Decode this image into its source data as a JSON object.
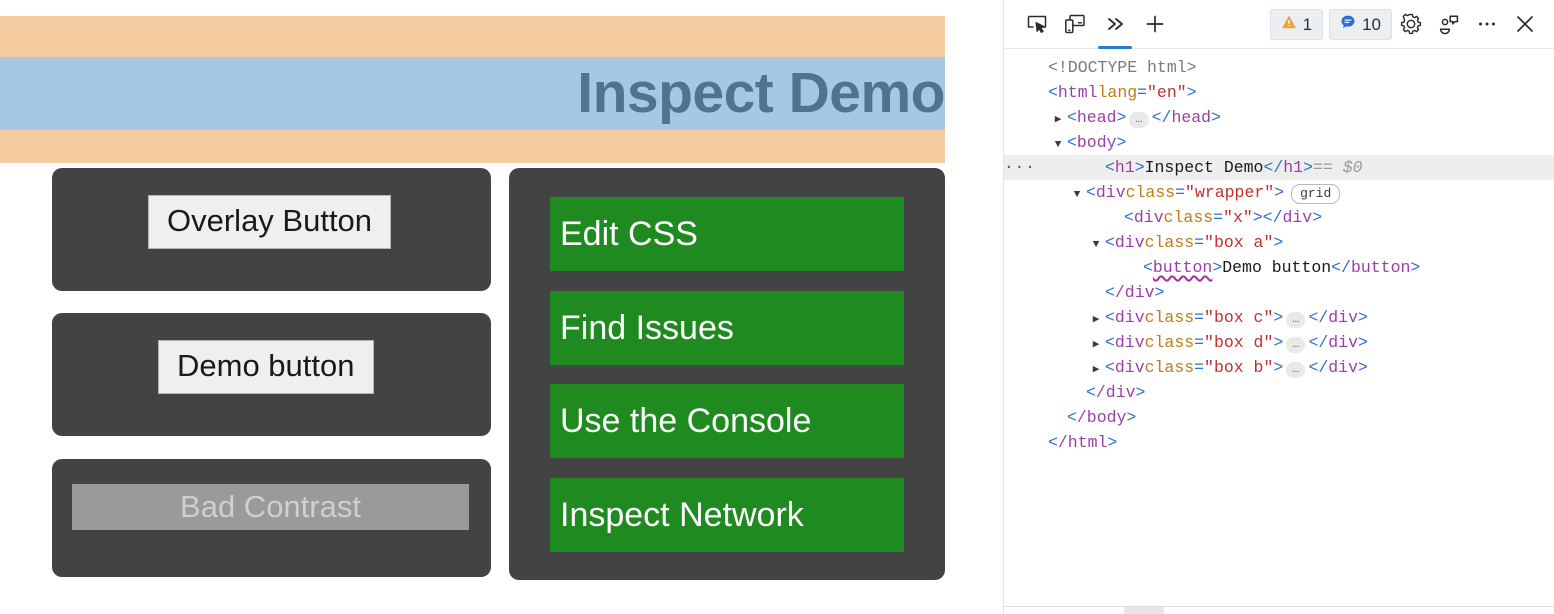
{
  "page": {
    "heading": "Inspect Demo",
    "colors": {
      "heading_band_orange": "#f5cba0",
      "heading_stripe_blue": "#a6c8e6",
      "heading_text": "#4d7491",
      "box_background": "#434343",
      "green_button": "#1f8a1f",
      "bad_contrast_bg": "#9a9a9a",
      "bad_contrast_text": "#cfcfcf"
    },
    "boxes": {
      "a": {
        "button_label": "Overlay Button"
      },
      "b": {
        "button_label": "Demo button"
      },
      "c": {
        "button_label": "Bad Contrast"
      },
      "d": {
        "buttons": [
          "Edit CSS",
          "Find Issues",
          "Use the Console",
          "Inspect Network"
        ]
      }
    }
  },
  "devtools": {
    "toolbar": {
      "icons": [
        {
          "name": "inspect-element-icon",
          "title": "Inspect tool"
        },
        {
          "name": "device-emulation-icon",
          "title": "Device emulation"
        },
        {
          "name": "more-tabs-icon",
          "title": "More tools",
          "glyph": "»"
        },
        {
          "name": "add-tab-icon",
          "title": "New tab",
          "glyph": "+"
        }
      ],
      "badges": [
        {
          "name": "warnings-badge",
          "icon": "warning-triangle-icon",
          "count": "1",
          "color": "#e8a33d"
        },
        {
          "name": "messages-badge",
          "icon": "message-bubble-icon",
          "count": "10",
          "color": "#2a6fd6"
        }
      ],
      "right_icons": [
        {
          "name": "settings-gear-icon",
          "title": "Settings"
        },
        {
          "name": "feedback-icon",
          "title": "Send feedback"
        },
        {
          "name": "more-options-icon",
          "title": "More options",
          "glyph": "···"
        },
        {
          "name": "close-icon",
          "title": "Close DevTools",
          "glyph": "✕"
        }
      ]
    },
    "dom_tree": {
      "rows": [
        {
          "id": "doctype",
          "twisty": "",
          "indent": 0,
          "selected": false,
          "text": "<!DOCTYPE html>"
        },
        {
          "id": "html-open",
          "twisty": "",
          "indent": 0,
          "selected": false,
          "tag": "html",
          "attr": "lang",
          "value": "\"en\""
        },
        {
          "id": "head",
          "twisty": "▶",
          "indent": 1,
          "selected": false,
          "tag": "head",
          "collapsed": true
        },
        {
          "id": "body-open",
          "twisty": "▼",
          "indent": 1,
          "selected": false,
          "tag": "body"
        },
        {
          "id": "h1",
          "twisty": "",
          "indent": 3,
          "selected": true,
          "gutter": "···",
          "tag": "h1",
          "text_content": "Inspect Demo",
          "suffix": "== $0"
        },
        {
          "id": "wrapper",
          "twisty": "▼",
          "indent": 2,
          "selected": false,
          "tag": "div",
          "attr": "class",
          "value": "\"wrapper\"",
          "pill": "grid"
        },
        {
          "id": "box-x",
          "twisty": "",
          "indent": 4,
          "selected": false,
          "tag": "div",
          "attr": "class",
          "value": "\"x\"",
          "self_close_pair": true
        },
        {
          "id": "box-a",
          "twisty": "▼",
          "indent": 3,
          "selected": false,
          "tag": "div",
          "attr": "class",
          "value": "\"box a\""
        },
        {
          "id": "demo-button-node",
          "twisty": "",
          "indent": 5,
          "selected": false,
          "tag": "button",
          "squiggle": true,
          "text_content": "Demo button"
        },
        {
          "id": "box-a-close",
          "twisty": "",
          "indent": 3,
          "selected": false,
          "closing": "</div>"
        },
        {
          "id": "box-c",
          "twisty": "▶",
          "indent": 3,
          "selected": false,
          "tag": "div",
          "attr": "class",
          "value": "\"box c\"",
          "collapsed": true
        },
        {
          "id": "box-d",
          "twisty": "▶",
          "indent": 3,
          "selected": false,
          "tag": "div",
          "attr": "class",
          "value": "\"box d\"",
          "collapsed": true
        },
        {
          "id": "box-b",
          "twisty": "▶",
          "indent": 3,
          "selected": false,
          "tag": "div",
          "attr": "class",
          "value": "\"box b\"",
          "collapsed": true
        },
        {
          "id": "wrapper-close",
          "twisty": "",
          "indent": 2,
          "selected": false,
          "closing": "</div>"
        },
        {
          "id": "body-close",
          "twisty": "",
          "indent": 1,
          "selected": false,
          "closing": "</body>"
        },
        {
          "id": "html-close",
          "twisty": "",
          "indent": 0,
          "selected": false,
          "closing": "</html>"
        }
      ]
    }
  }
}
